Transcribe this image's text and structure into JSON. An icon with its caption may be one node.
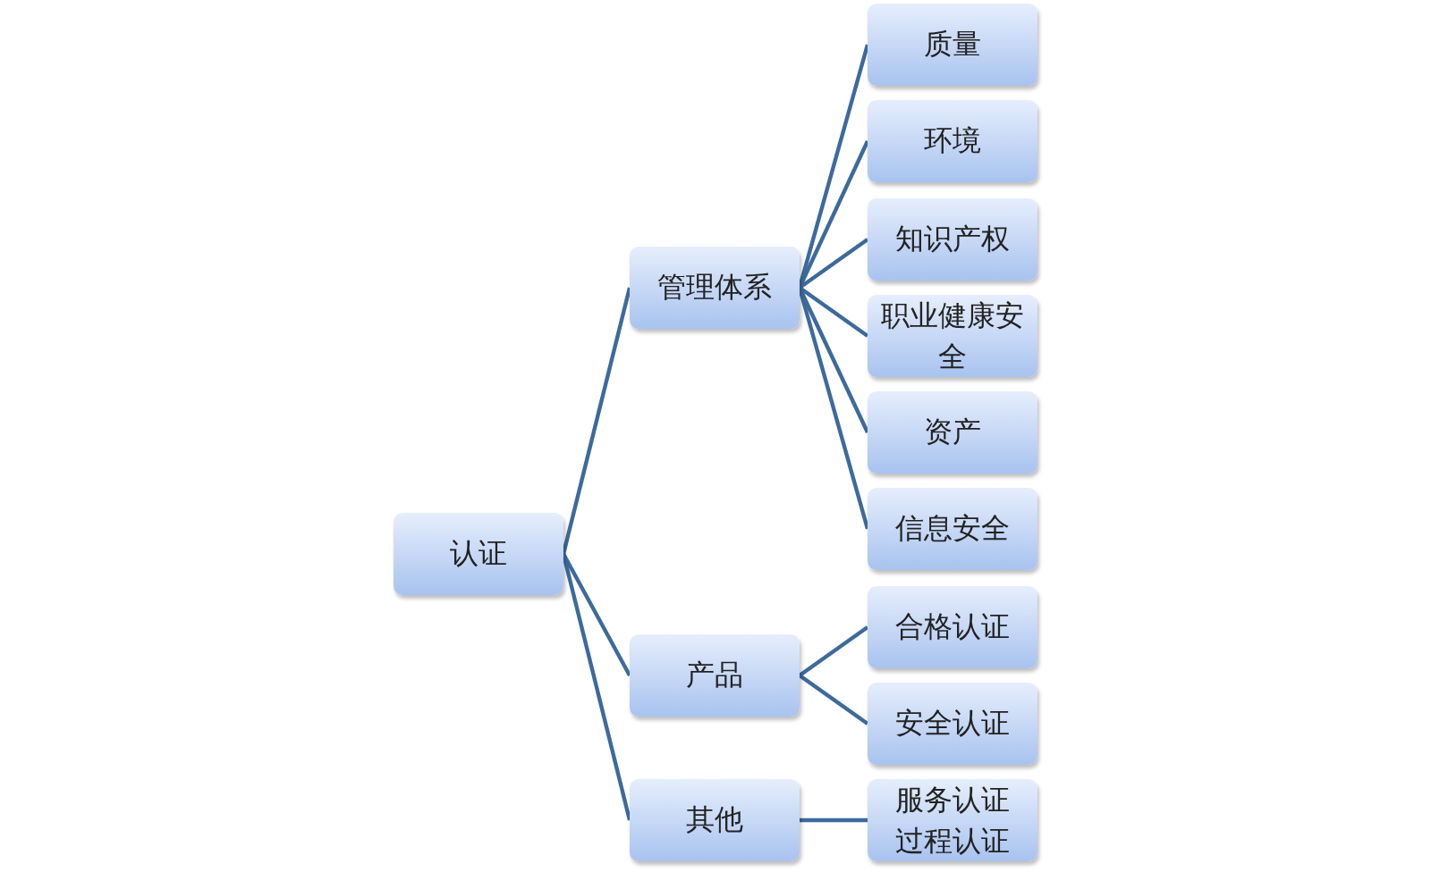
{
  "diagram": {
    "nodes": [
      {
        "text": [
          "认证"
        ]
      },
      {
        "text": [
          "管理体系"
        ]
      },
      {
        "text": [
          "产品"
        ]
      },
      {
        "text": [
          "其他"
        ]
      },
      {
        "text": [
          "质量"
        ]
      },
      {
        "text": [
          "环境"
        ]
      },
      {
        "text": [
          "知识产权"
        ]
      },
      {
        "text": [
          "职业健康安全"
        ]
      },
      {
        "text": [
          "资产"
        ]
      },
      {
        "text": [
          "信息安全"
        ]
      },
      {
        "text": [
          "合格认证"
        ]
      },
      {
        "text": [
          "安全认证"
        ]
      },
      {
        "text": [
          "服务认证",
          "过程认证"
        ]
      }
    ],
    "edges": [
      {
        "from": 0,
        "to": 1,
        "arrow": "none"
      },
      {
        "from": 0,
        "to": 2,
        "arrow": "none"
      },
      {
        "from": 0,
        "to": 3,
        "arrow": "none"
      },
      {
        "from": 1,
        "to": 4,
        "arrow": "none"
      },
      {
        "from": 1,
        "to": 5,
        "arrow": "none"
      },
      {
        "from": 1,
        "to": 6,
        "arrow": "none"
      },
      {
        "from": 1,
        "to": 7,
        "arrow": "none"
      },
      {
        "from": 1,
        "to": 8,
        "arrow": "none"
      },
      {
        "from": 1,
        "to": 9,
        "arrow": "none"
      },
      {
        "from": 2,
        "to": 10,
        "arrow": "none"
      },
      {
        "from": 2,
        "to": 11,
        "arrow": "none"
      },
      {
        "from": 3,
        "to": 12,
        "arrow": "none"
      }
    ]
  }
}
